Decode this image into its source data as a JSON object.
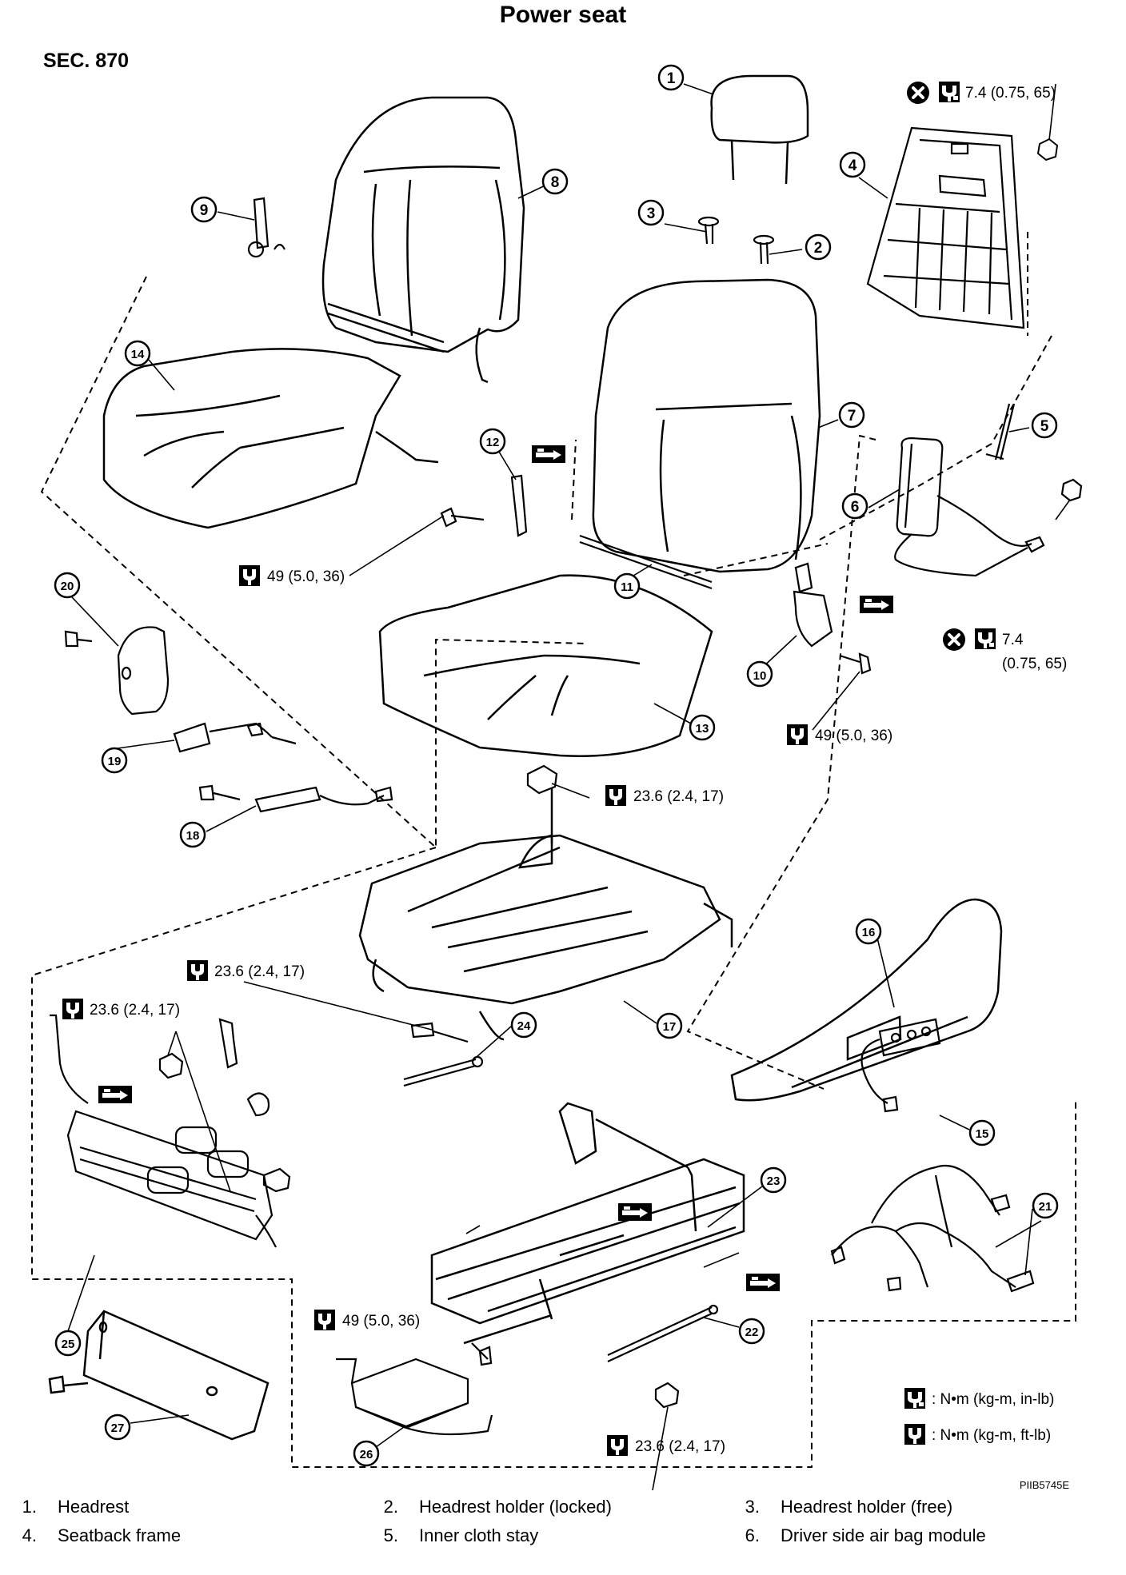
{
  "title": "Power seat",
  "section": "SEC. 870",
  "callouts": [
    "1",
    "2",
    "3",
    "4",
    "5",
    "6",
    "7",
    "8",
    "9",
    "10",
    "11",
    "12",
    "13",
    "14",
    "15",
    "16",
    "17",
    "18",
    "19",
    "20",
    "21",
    "22",
    "23",
    "24",
    "25",
    "26",
    "27"
  ],
  "torque_specs": {
    "t1": "7.4 (0.75, 65)",
    "t2": "7.4",
    "t3": "(0.75, 65)",
    "t4": "49 (5.0, 36)",
    "t5": "49 (5.0, 36)",
    "t6": "23.6 (2.4, 17)",
    "t7": "23.6 (2.4, 17)",
    "t8": "23.6 (2.4, 17)",
    "t9": "49 (5.0, 36)",
    "t10": "23.6 (2.4, 17)"
  },
  "legend": {
    "inlb": ": N•m (kg-m, in-lb)",
    "ftlb": ": N•m (kg-m, ft-lb)"
  },
  "figure_code": "PIIB5745E",
  "parts_list": [
    {
      "num": "1.",
      "name": "Headrest"
    },
    {
      "num": "2.",
      "name": "Headrest holder (locked)"
    },
    {
      "num": "3.",
      "name": "Headrest holder (free)"
    },
    {
      "num": "4.",
      "name": "Seatback frame"
    },
    {
      "num": "5.",
      "name": "Inner cloth stay"
    },
    {
      "num": "6.",
      "name": "Driver side air bag module"
    }
  ],
  "icons": {
    "torque": "torque-wrench-icon",
    "do_not_reuse": "do-not-reuse-icon",
    "grease": "grease-point-icon"
  }
}
